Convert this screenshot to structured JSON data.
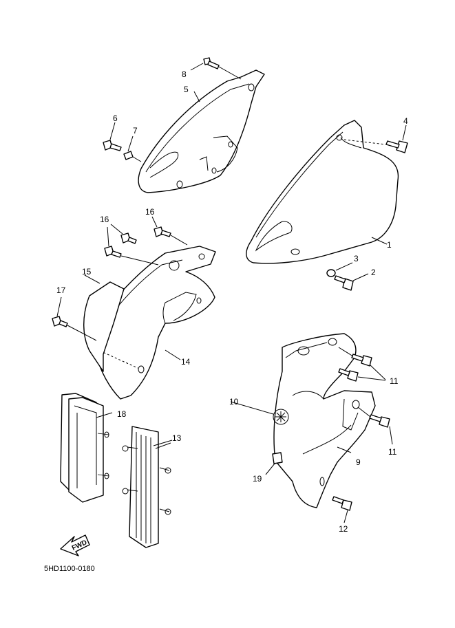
{
  "diagram": {
    "drawing_code": "5HD1100-0180",
    "fwd_label": "FWD",
    "callouts": {
      "c1": "1",
      "c2": "2",
      "c3": "3",
      "c4": "4",
      "c5": "5",
      "c6": "6",
      "c7": "7",
      "c8": "8",
      "c9": "9",
      "c10": "10",
      "c11a": "11",
      "c11b": "11",
      "c12": "12",
      "c13": "13",
      "c14": "14",
      "c15": "15",
      "c16a": "16",
      "c16b": "16",
      "c17": "17",
      "c18": "18",
      "c19": "19"
    }
  }
}
